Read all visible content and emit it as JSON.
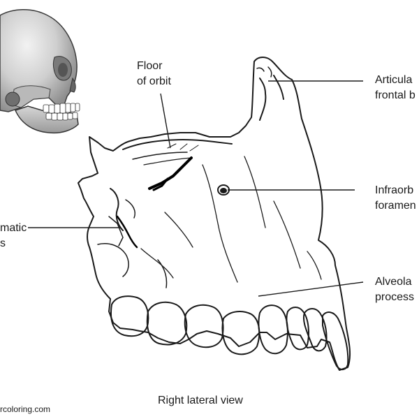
{
  "labels": {
    "floor_of_orbit": [
      "Floor",
      "of orbit"
    ],
    "articular_frontal": [
      "Articula",
      "frontal b"
    ],
    "infraorbital": [
      "Infraorb",
      "foramen"
    ],
    "zygomatic": [
      "matic",
      "s"
    ],
    "alveolar": [
      "Alveola",
      "process"
    ]
  },
  "caption": "Right lateral view",
  "watermark": "rcoloring.com"
}
